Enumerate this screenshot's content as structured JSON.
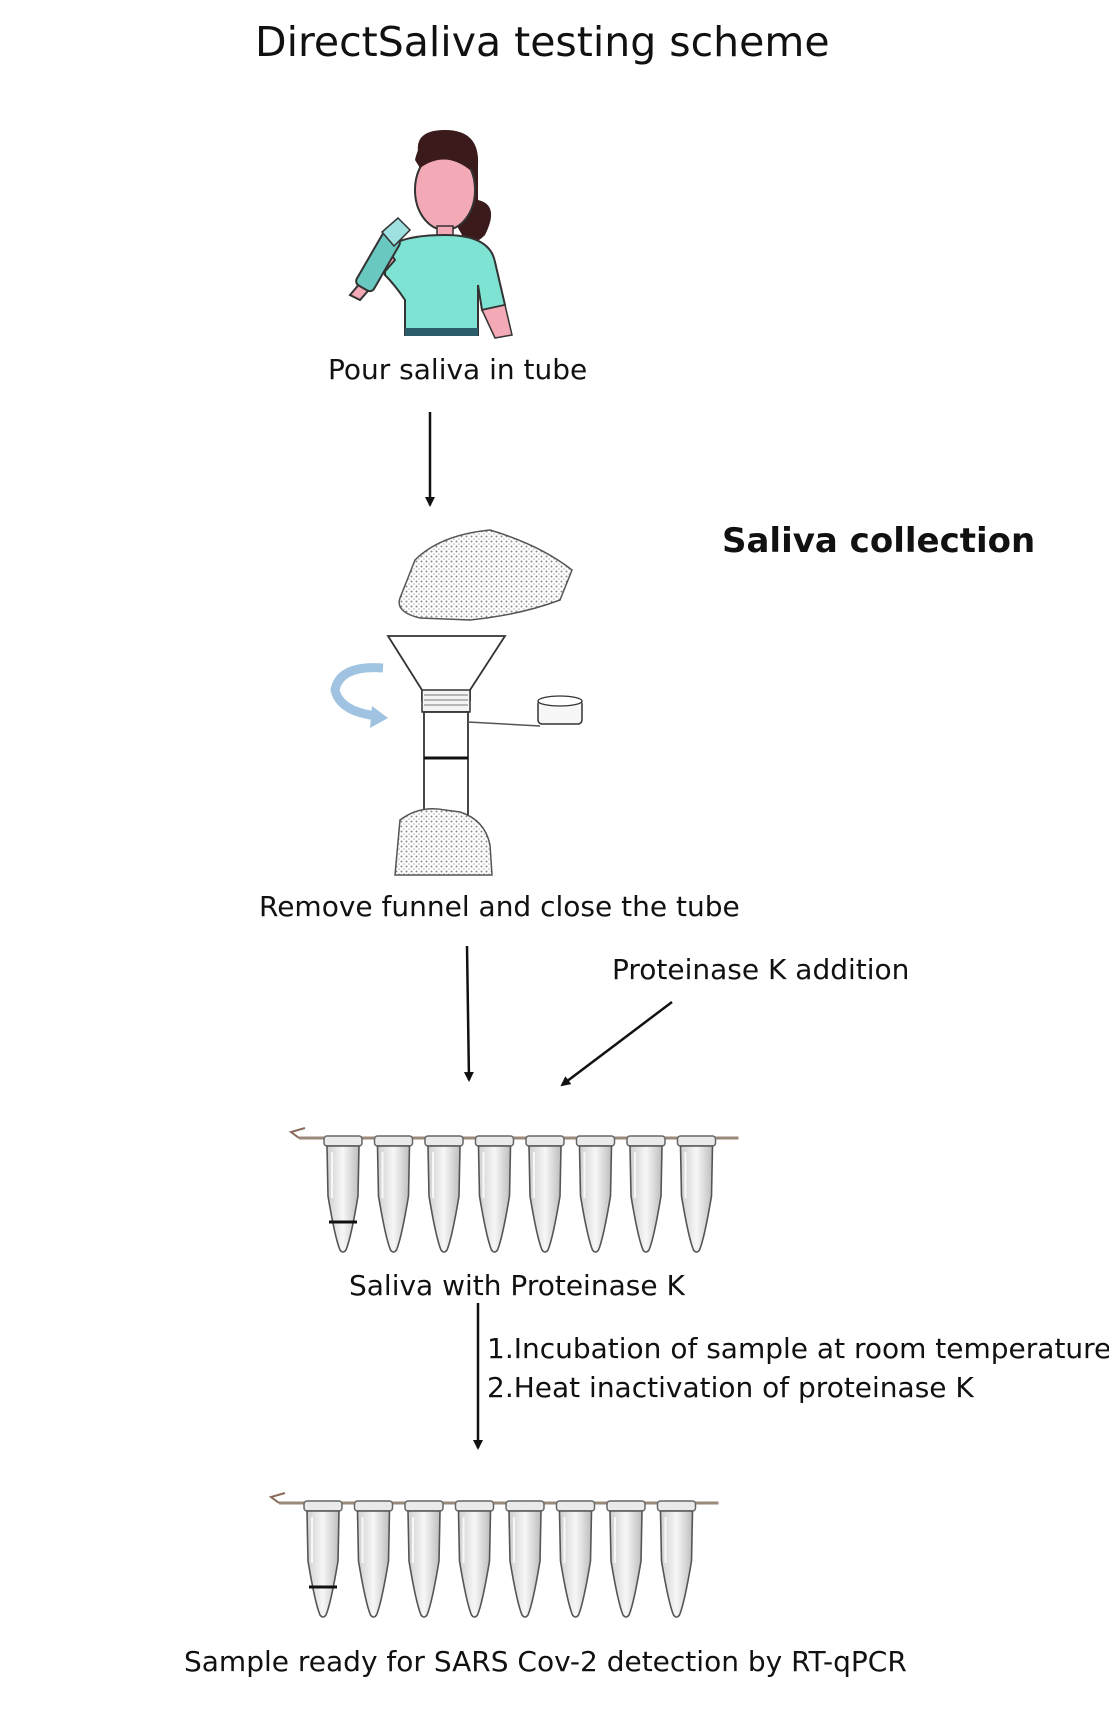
{
  "title": "DirectSaliva testing scheme",
  "section_label": "Saliva collection",
  "steps": {
    "pour": "Pour saliva in tube",
    "close": "Remove funnel and close the tube",
    "proteinase": "Proteinase K addition",
    "mixed": "Saliva with Proteinase K",
    "incubation": "1.Incubation of sample at room temperature",
    "heat": "2.Heat inactivation of proteinase K",
    "ready": "Sample ready for SARS Cov-2 detection by RT-qPCR"
  },
  "colors": {
    "shirt": "#7fe3d3",
    "skin": "#f3a9b6",
    "hair": "#3a1a1a",
    "arrow": "#111111",
    "rotate_arrow": "#9fc3e0"
  },
  "tube_strip_count": 8
}
